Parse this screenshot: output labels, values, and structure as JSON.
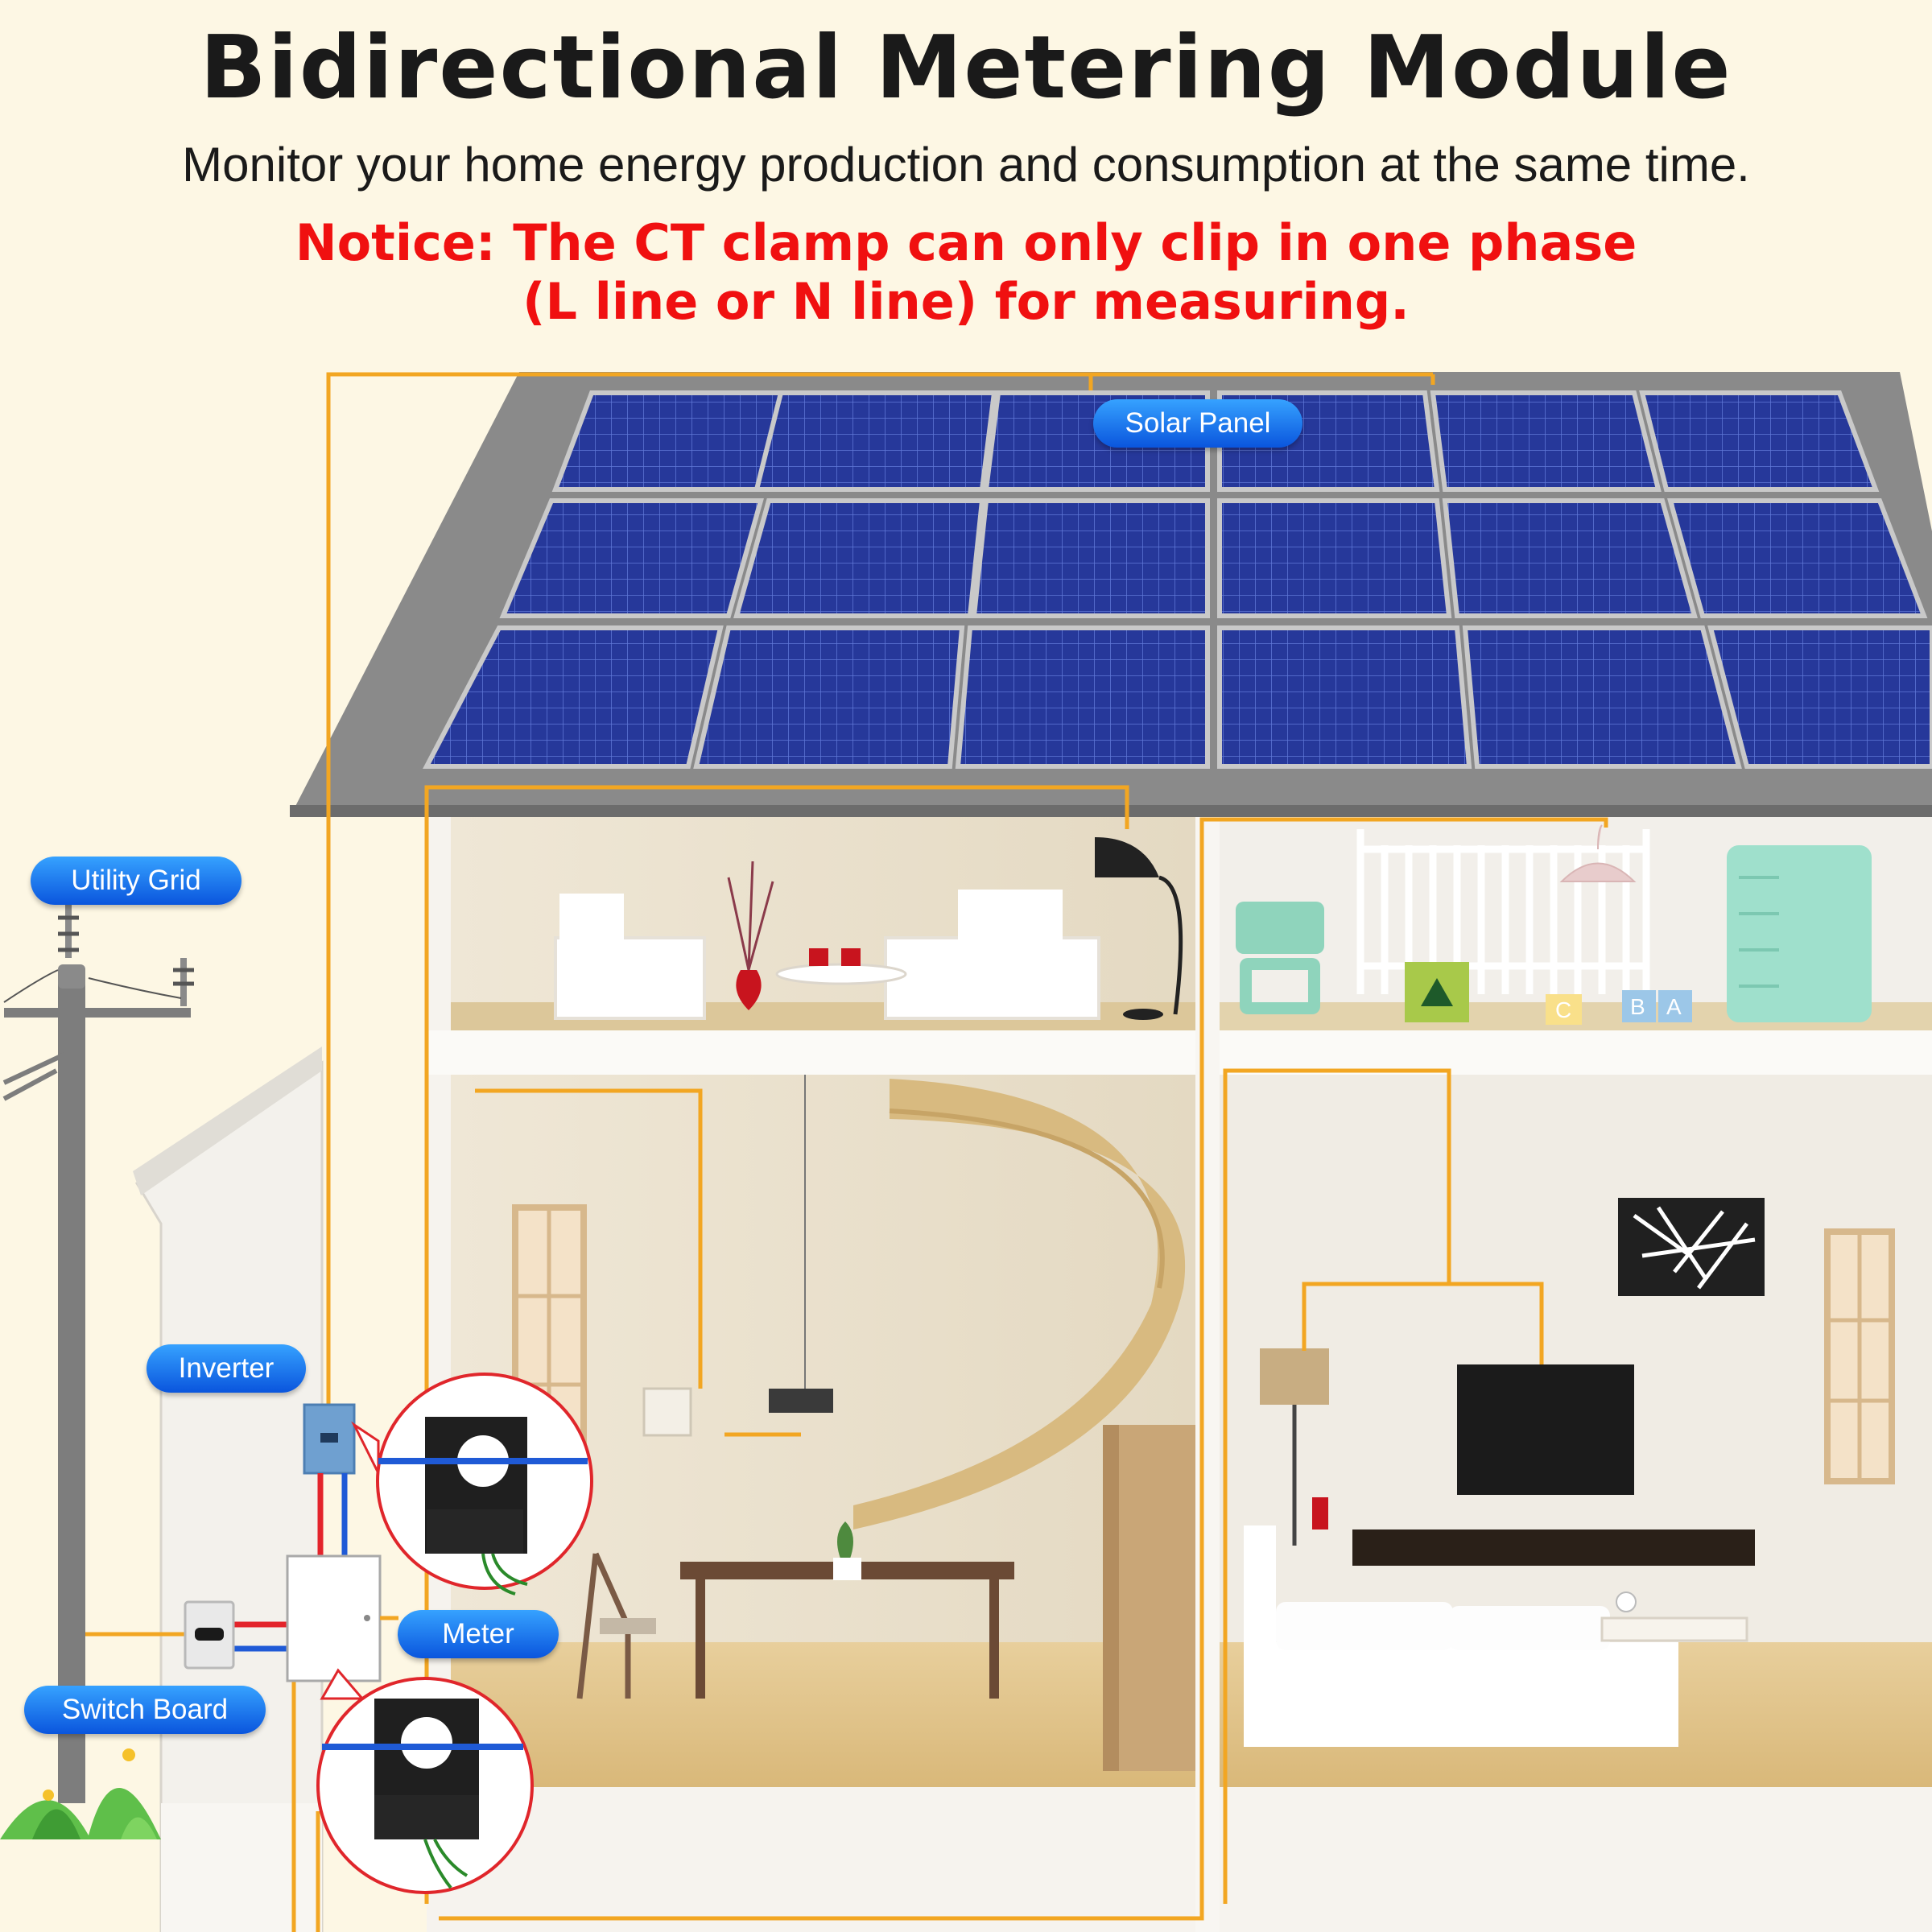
{
  "header": {
    "title": "Bidirectional Metering Module",
    "subtitle": "Monitor your home energy production and consumption at the same time.",
    "notice_line1": "Notice: The CT clamp can only clip in one phase",
    "notice_line2": "(L line or N line) for measuring."
  },
  "labels": {
    "solar_panel": "Solar Panel",
    "utility_grid": "Utility Grid",
    "inverter": "Inverter",
    "meter": "Meter",
    "switch_board": "Switch Board"
  },
  "blocks": {
    "letter_c": "C",
    "letter_b": "B",
    "letter_a": "A"
  },
  "colors": {
    "wire": "#f2a622",
    "label_top": "#36a2ff",
    "label_bottom": "#0a55dd",
    "notice": "#f01010",
    "panel": "#26389a",
    "roof": "#7f7f7f",
    "clamp_circle": "#e0262b"
  },
  "icons": [
    "solar-panel-icon",
    "utility-pole-icon",
    "inverter-icon",
    "meter-icon",
    "switch-board-icon",
    "ct-clamp-icon",
    "plant-icon"
  ]
}
